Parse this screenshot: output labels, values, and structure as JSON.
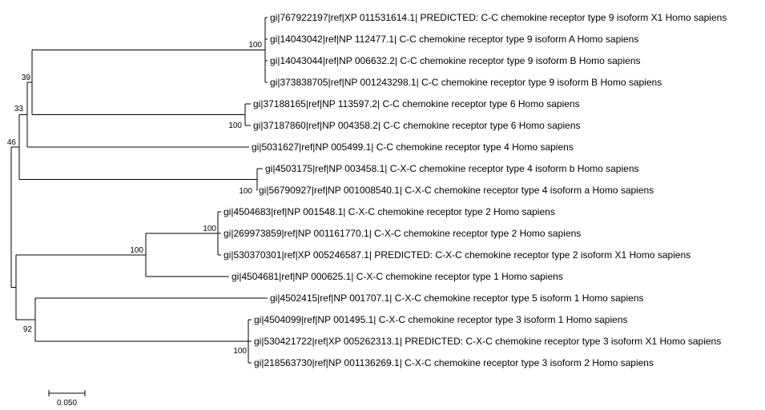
{
  "colors": {
    "background": "#ffffff",
    "lines": "#000000",
    "text": "#000000"
  },
  "tree": {
    "leaves": [
      {
        "id": "L1",
        "label": "gi|767922197|ref|XP 011531614.1| PREDICTED: C-C chemokine receptor type 9 isoform X1 Homo sapiens"
      },
      {
        "id": "L2",
        "label": "gi|14043042|ref|NP 112477.1| C-C chemokine receptor type 9 isoform A Homo sapiens"
      },
      {
        "id": "L3",
        "label": "gi|14043044|ref|NP 006632.2| C-C chemokine receptor type 9 isoform B Homo sapiens"
      },
      {
        "id": "L4",
        "label": "gi|373838705|ref|NP 001243298.1| C-C chemokine receptor type 9 isoform B Homo sapiens"
      },
      {
        "id": "L5",
        "label": "gi|37188165|ref|NP 113597.2| C-C chemokine receptor type 6 Homo sapiens"
      },
      {
        "id": "L6",
        "label": "gi|37187860|ref|NP 004358.2| C-C chemokine receptor type 6 Homo sapiens"
      },
      {
        "id": "L7",
        "label": "gi|5031627|ref|NP 005499.1| C-C chemokine receptor type 4 Homo sapiens"
      },
      {
        "id": "L8",
        "label": "gi|4503175|ref|NP 003458.1| C-X-C chemokine receptor type 4 isoform b Homo sapiens"
      },
      {
        "id": "L9",
        "label": "gi|56790927|ref|NP 001008540.1| C-X-C chemokine receptor type 4 isoform a Homo sapiens"
      },
      {
        "id": "L10",
        "label": "gi|4504683|ref|NP 001548.1| C-X-C chemokine receptor type 2 Homo sapiens"
      },
      {
        "id": "L11",
        "label": "gi|269973859|ref|NP 001161770.1| C-X-C chemokine receptor type 2 Homo sapiens"
      },
      {
        "id": "L12",
        "label": "gi|530370301|ref|XP 005246587.1| PREDICTED: C-X-C chemokine receptor type 2 isoform X1 Homo sapiens"
      },
      {
        "id": "L13",
        "label": "gi|4504681|ref|NP 000625.1| C-X-C chemokine receptor type 1 Homo sapiens"
      },
      {
        "id": "L14",
        "label": "gi|4502415|ref|NP 001707.1| C-X-C chemokine receptor type 5 isoform 1 Homo sapiens"
      },
      {
        "id": "L15",
        "label": "gi|4504099|ref|NP 001495.1| C-X-C chemokine receptor type 3 isoform 1 Homo sapiens"
      },
      {
        "id": "L16",
        "label": "gi|530421722|ref|XP 005262313.1| PREDICTED: C-X-C chemokine receptor type 3 isoform X1 Homo sapiens"
      },
      {
        "id": "L17",
        "label": "gi|218563730|ref|NP 001136269.1| C-X-C chemokine receptor type 3 isoform 2 Homo sapiens"
      }
    ],
    "bootstrap": {
      "ccr9": "100",
      "ccr6": "100",
      "ccr9_ccr6": "39",
      "cc_group": "33",
      "cxcr4": "100",
      "upper": "46",
      "cxcr2": "100",
      "cxcr1_2": "100",
      "cxcr3": "100",
      "cxcr3_5": "92"
    },
    "scale_bar": {
      "label": "0.050",
      "length": 0.05
    }
  }
}
